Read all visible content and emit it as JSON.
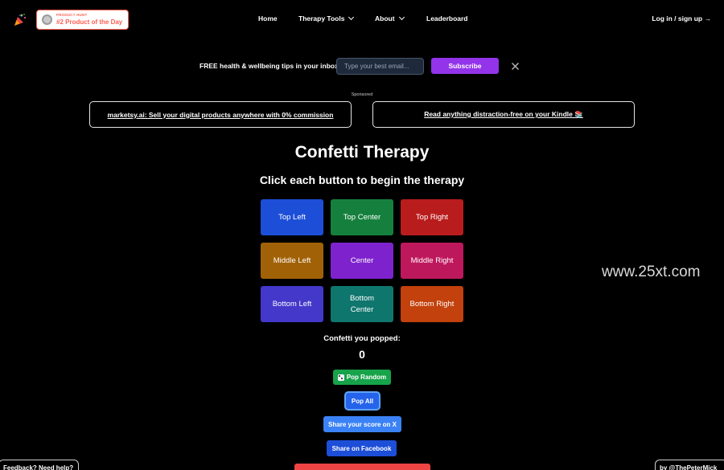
{
  "header": {
    "product_hunt": {
      "small": "PRODUCT HUNT",
      "big": "#2 Product of the Day"
    },
    "nav": [
      {
        "label": "Home"
      },
      {
        "label": "Therapy Tools"
      },
      {
        "label": "About"
      },
      {
        "label": "Leaderboard"
      }
    ],
    "login": "Log in / sign up →"
  },
  "newsletter": {
    "label": "FREE health & wellbeing tips in your inbox:",
    "placeholder": "Type your best email...",
    "subscribe": "Subscribe"
  },
  "sponsored": {
    "label": "Sponsored",
    "ads": [
      {
        "text": "marketsy.ai: Sell your digital products anywhere with 0% commission"
      },
      {
        "text": "Read anything distraction-free on your Kindle 📚"
      }
    ]
  },
  "main": {
    "title": "Confetti Therapy",
    "subtitle": "Click each button to begin the therapy",
    "buttons": [
      {
        "label": "Top Left",
        "color": "#1d4ed8"
      },
      {
        "label": "Top Center",
        "color": "#15803d"
      },
      {
        "label": "Top Right",
        "color": "#b91c1c"
      },
      {
        "label": "Middle Left",
        "color": "#a16207"
      },
      {
        "label": "Center",
        "color": "#7e22ce"
      },
      {
        "label": "Middle Right",
        "color": "#be185d"
      },
      {
        "label": "Bottom Left",
        "color": "#4338ca"
      },
      {
        "label": "Bottom Center",
        "color": "#0f766e"
      },
      {
        "label": "Bottom Right",
        "color": "#c2410c"
      }
    ],
    "pop_label": "Confetti you popped:",
    "pop_count": "0",
    "actions": {
      "pop_random": "Pop Random",
      "pop_all": "Pop All",
      "share_x": "Share your score on X",
      "share_fb": "Share on Facebook"
    }
  },
  "footer": {
    "feedback": "Feedback? Need help?",
    "byline": "by @ThePeterMick"
  },
  "watermark": "www.25xt.com"
}
